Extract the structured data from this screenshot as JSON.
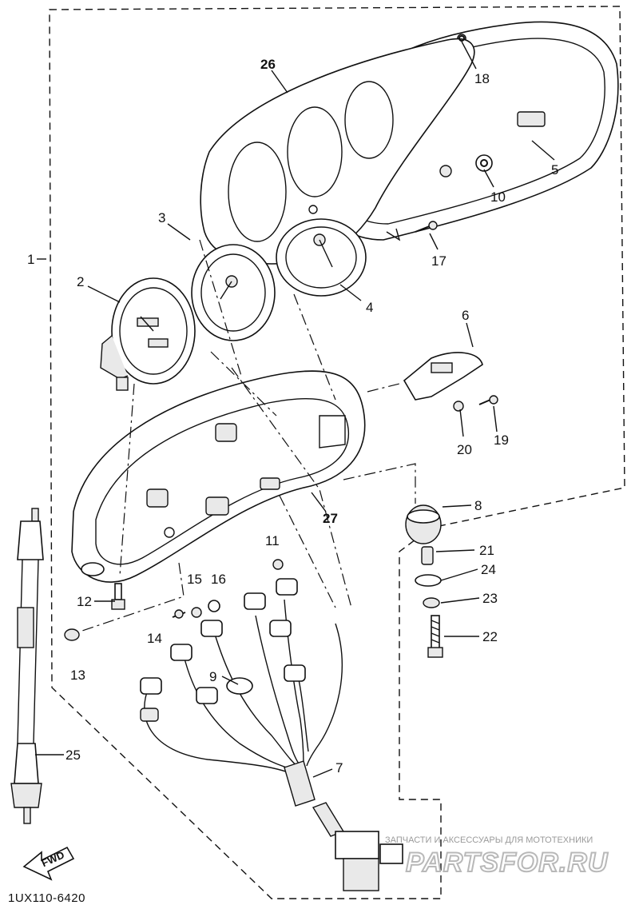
{
  "diagram": {
    "part_code": "1UX110-6420",
    "direction_label": "FWD",
    "callouts": {
      "c1": "1",
      "c2": "2",
      "c3": "3",
      "c4": "4",
      "c5": "5",
      "c6": "6",
      "c7": "7",
      "c8": "8",
      "c9": "9",
      "c10": "10",
      "c11": "11",
      "c12": "12",
      "c13": "13",
      "c14": "14",
      "c15": "15",
      "c16": "16",
      "c17": "17",
      "c18": "18",
      "c19": "19",
      "c20": "20",
      "c21": "21",
      "c22": "22",
      "c23": "23",
      "c24": "24",
      "c25": "25",
      "c26": "26",
      "c27": "27"
    }
  },
  "watermark": {
    "tagline": "ЗАПЧАСТИ И АКСЕССУАРЫ ДЛЯ МОТОТЕХНИКИ",
    "brand": "PARTSFOR.RU"
  }
}
